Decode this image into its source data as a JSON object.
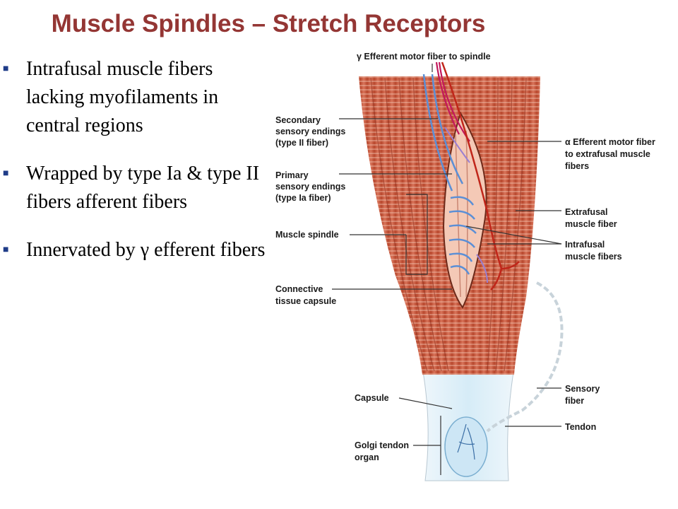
{
  "title": "Muscle Spindles – Stretch Receptors",
  "bullets": [
    {
      "text": "Intrafusal muscle fibers lacking myofilaments in central regions"
    },
    {
      "text": "Wrapped by type Ia & type II fibers afferent fibers"
    },
    {
      "text": "Innervated by γ efferent fibers"
    }
  ],
  "colors": {
    "title": "#943634",
    "bullet_marker": "#1f3c88",
    "muscle": "#c9573c",
    "gamma_fiber": "#c2185b",
    "sensory_fiber": "#5b8fd6",
    "alpha_fiber": "#c0261a"
  },
  "figure": {
    "labels": {
      "gamma_efferent": "γ Efferent motor fiber to spindle",
      "secondary_1": "Secondary",
      "secondary_2": "sensory endings",
      "secondary_3": "(type II fiber)",
      "primary_1": "Primary",
      "primary_2": "sensory endings",
      "primary_3": "(type Ia fiber)",
      "muscle_spindle": "Muscle spindle",
      "connective_1": "Connective",
      "connective_2": "tissue capsule",
      "alpha_1": "α Efferent motor fiber",
      "alpha_2": "to extrafusal muscle",
      "alpha_3": "fibers",
      "extrafusal_1": "Extrafusal",
      "extrafusal_2": "muscle fiber",
      "intrafusal_1": "Intrafusal",
      "intrafusal_2": "muscle fibers",
      "capsule": "Capsule",
      "golgi_1": "Golgi tendon",
      "golgi_2": "organ",
      "sensory_1": "Sensory",
      "sensory_2": "fiber",
      "tendon": "Tendon"
    }
  }
}
